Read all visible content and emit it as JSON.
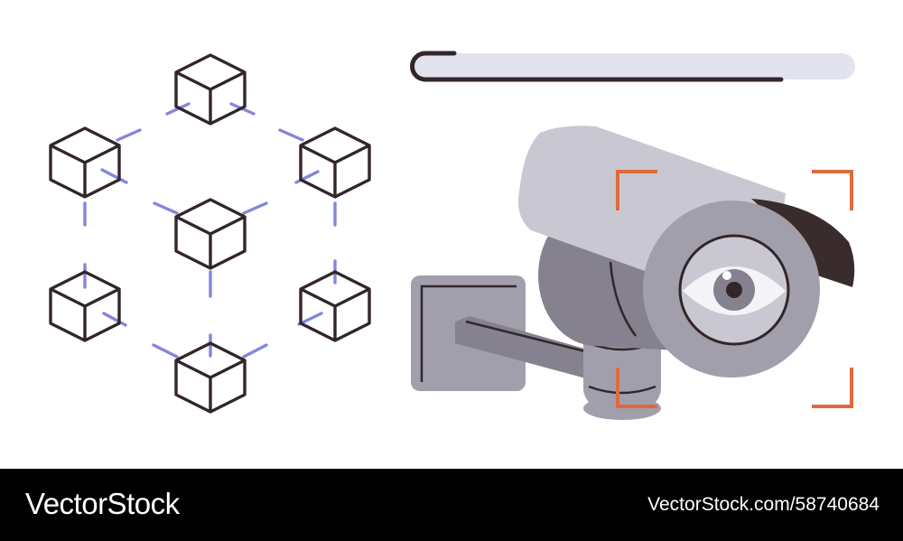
{
  "illustration": {
    "subject_left": "blockchain-network",
    "subject_right": "cctv-security-camera",
    "colors": {
      "outline": "#33262a",
      "link": "#8486dc",
      "camera_light": "#c9c8d2",
      "camera_mid": "#a29fad",
      "camera_dark": "#85818f",
      "camera_hood_dark": "#3a2c2d",
      "focus_bracket": "#e06a3c",
      "pill_bar": "#e3e3f0",
      "eye_white": "#f4f3f7"
    }
  },
  "footer": {
    "brand": "VectorStock",
    "image_id": "VectorStock.com/58740684"
  }
}
